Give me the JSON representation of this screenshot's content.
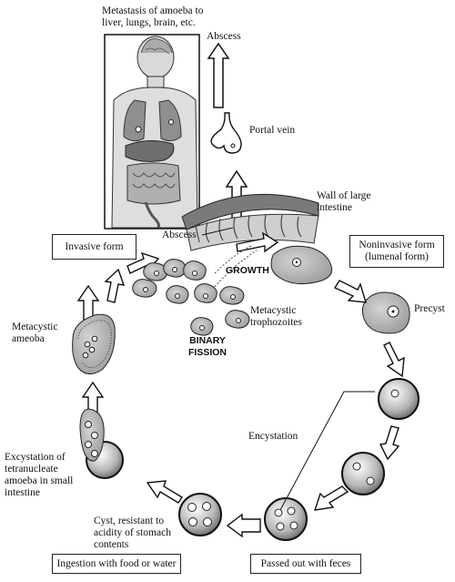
{
  "labels": {
    "metastasis": "Metastasis of amoeba to liver, lungs, brain, etc.",
    "abscess_top": "Abscess",
    "portal_vein": "Portal vein",
    "wall_large_intestine": "Wall of large intestine",
    "abscess_intestine": "Abscess",
    "growth": "GROWTH",
    "binary_fission": "BINARY FISSION",
    "metacystic_trophozoites": "Metacystic trophozoites",
    "metacystic_ameoba": "Metacystic ameoba",
    "precyst": "Precyst",
    "encystation": "Encystation",
    "excystation": "Excystation of tetranucleate amoeba in small intestine",
    "cyst_resistant": "Cyst, resistant to acidity of stomach contents"
  },
  "boxes": {
    "invasive": "Invasive form",
    "noninvasive": "Noninvasive form (lumenal form)",
    "ingestion": "Ingestion with food or water",
    "passed_out": "Passed out with feces"
  }
}
